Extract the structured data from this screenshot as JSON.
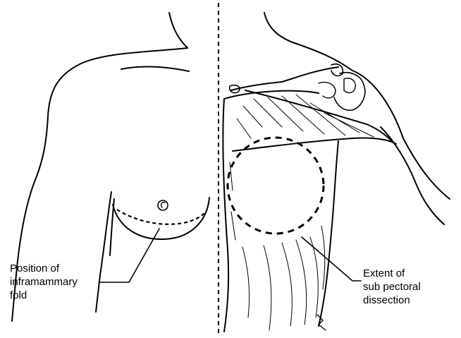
{
  "labels": {
    "inframammary_fold": {
      "lines": [
        "Position of",
        "inframammary",
        "fold"
      ]
    },
    "dissection_extent": {
      "lines": [
        "Extent of",
        "sub pectoral",
        "dissection"
      ]
    }
  },
  "colors": {
    "ink": "#000000",
    "background": "#ffffff"
  }
}
